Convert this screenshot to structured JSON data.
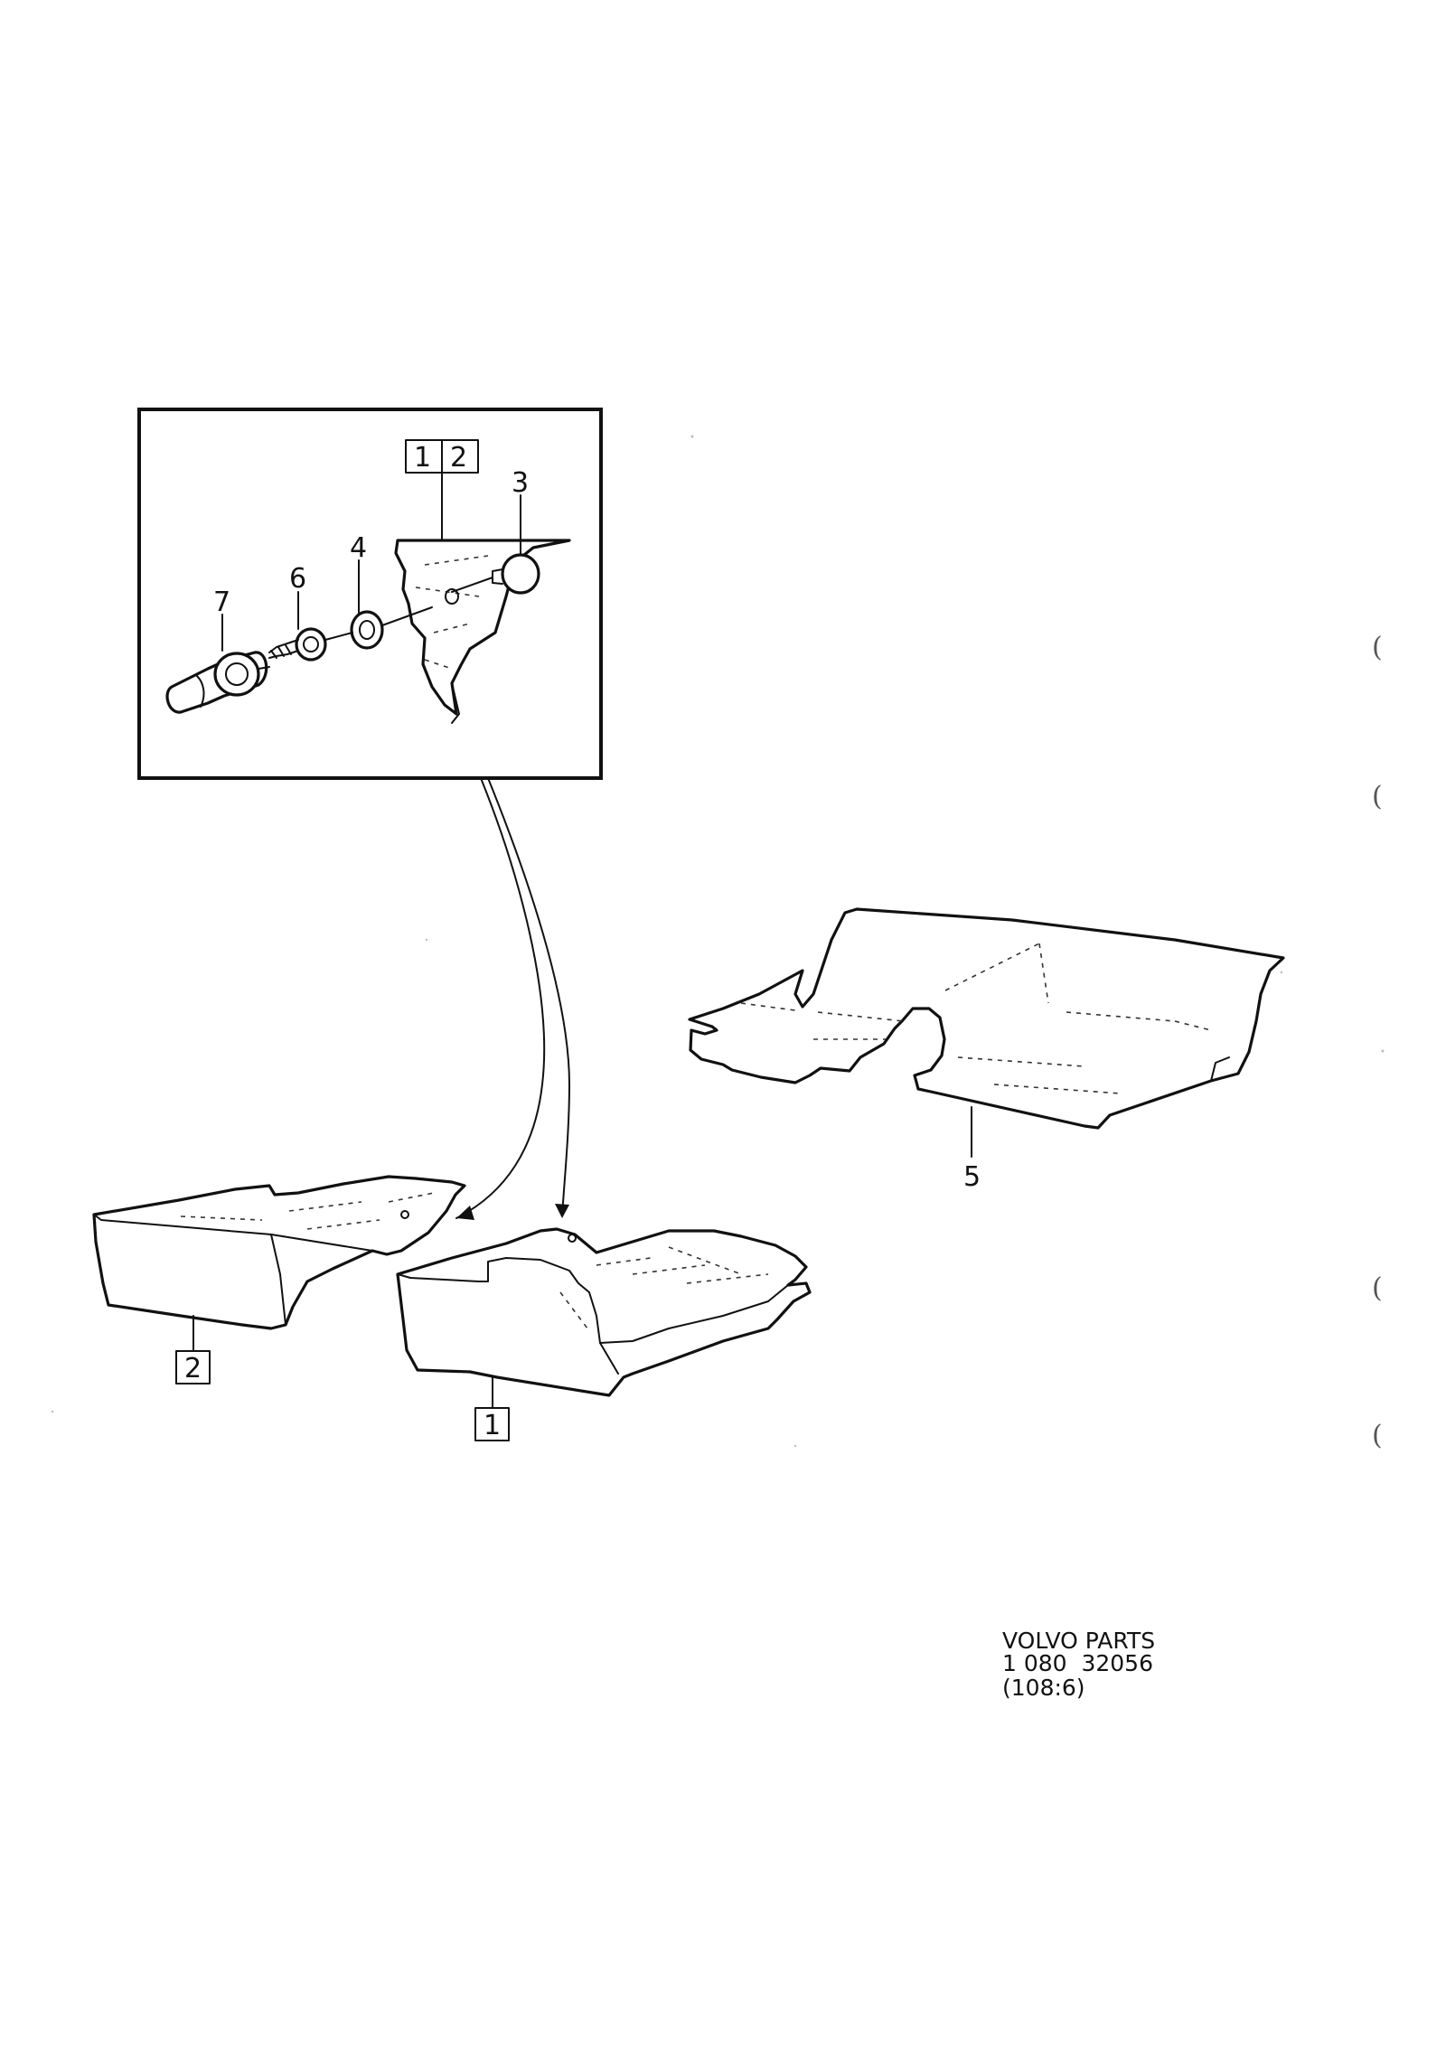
{
  "callouts": {
    "inset_box_1": "1",
    "inset_box_2": "2",
    "inset_3": "3",
    "inset_4": "4",
    "inset_6": "6",
    "inset_7": "7",
    "mat_5": "5",
    "mat_2": "2",
    "mat_1": "1"
  },
  "caption": {
    "line1": "VOLVO PARTS",
    "line2": "1 080  32056",
    "line3": "(108:6)"
  },
  "margin_marks": [
    "(",
    "(",
    "(",
    "("
  ]
}
